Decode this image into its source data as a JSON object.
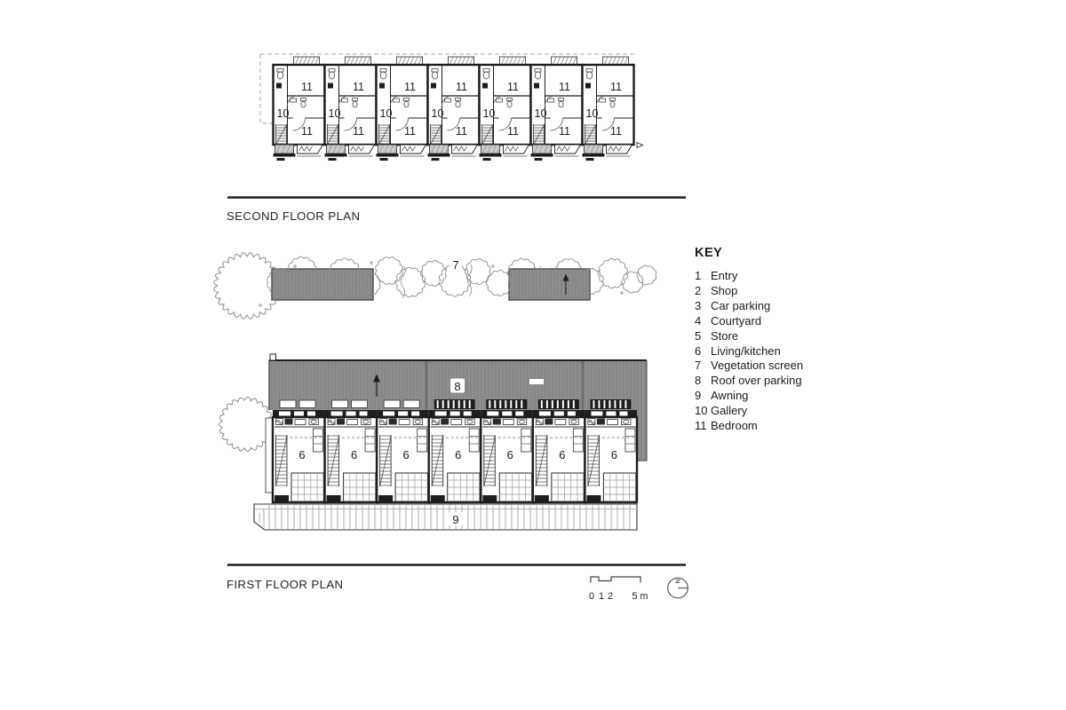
{
  "second_floor": {
    "title": "SECOND FLOOR PLAN",
    "units": 7,
    "labels": {
      "gallery": "10",
      "bedroom": "11"
    }
  },
  "first_floor": {
    "title": "FIRST FLOOR PLAN",
    "units": 7,
    "labels": {
      "living": "6",
      "vegetation_screen": "7",
      "roof_over_parking": "8",
      "awning": "9"
    }
  },
  "key": {
    "heading": "KEY",
    "items": [
      {
        "num": "1",
        "label": "Entry"
      },
      {
        "num": "2",
        "label": "Shop"
      },
      {
        "num": "3",
        "label": "Car parking"
      },
      {
        "num": "4",
        "label": "Courtyard"
      },
      {
        "num": "5",
        "label": "Store"
      },
      {
        "num": "6",
        "label": "Living/kitchen"
      },
      {
        "num": "7",
        "label": "Vegetation screen"
      },
      {
        "num": "8",
        "label": "Roof over parking"
      },
      {
        "num": "9",
        "label": "Awning"
      },
      {
        "num": "10",
        "label": "Gallery"
      },
      {
        "num": "11",
        "label": "Bedroom"
      }
    ]
  },
  "scale_bar": {
    "ticks": [
      "0",
      "1",
      "2"
    ],
    "end_label": "5 m"
  },
  "north_indicator": {
    "label": "N"
  },
  "colors": {
    "ink": "#1d1d1d",
    "roof_gray": "#8e8e8e",
    "roof_stripe": "#7c7c7c",
    "hatch_gray": "#cccccc",
    "veg_outline": "#8a8a8a",
    "grid_line": "#9a9a9a",
    "dash_line": "#aaaaaa"
  }
}
